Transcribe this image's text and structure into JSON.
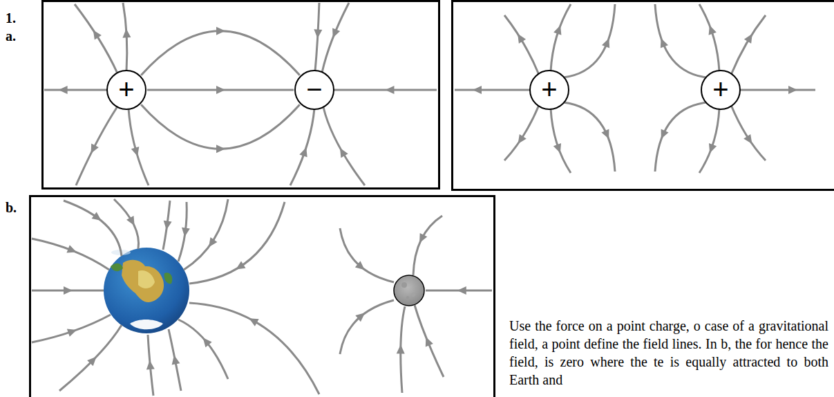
{
  "diagram": {
    "nodes": [
      {
        "text": [
          "+"
        ]
      },
      {
        "text": [
          "−"
        ]
      },
      {
        "text": [
          "+"
        ]
      },
      {
        "text": [
          "+"
        ]
      }
    ],
    "edges": [
      {
        "from": 0,
        "to": 1,
        "arrow": "to"
      },
      {
        "from": 0,
        "to": 1,
        "arrow": "to"
      },
      {
        "from": 0,
        "to": 1,
        "arrow": "to"
      }
    ],
    "labels": [
      "1.",
      "a.",
      "b.",
      "Use the force on a point charge, o case of a gravitational field, a point define the field lines. In b, the for hence the field, is zero where the te is equally attracted to both Earth and"
    ]
  }
}
